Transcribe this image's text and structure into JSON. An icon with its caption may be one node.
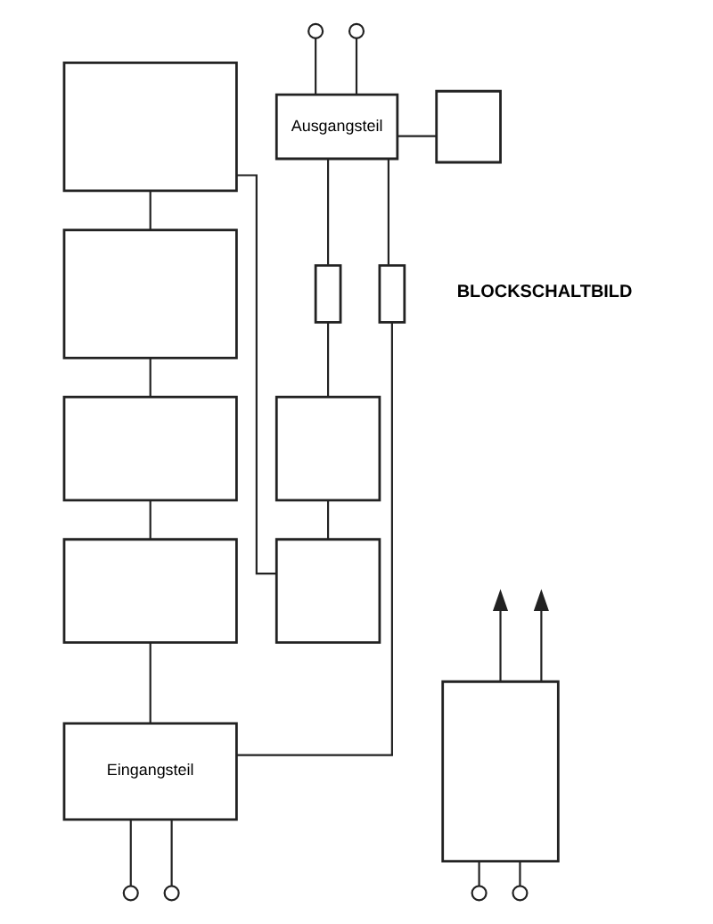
{
  "diagram": {
    "nodes": [
      {
        "text": [
          "Eingangsteil"
        ]
      },
      {
        "text": [],
        "shape": "box"
      },
      {
        "text": [],
        "shape": "box"
      },
      {
        "text": [],
        "shape": "box"
      },
      {
        "text": [],
        "shape": "box"
      },
      {
        "text": [],
        "shape": "box"
      },
      {
        "text": [],
        "shape": "box"
      },
      {
        "text": [],
        "shape": "box"
      },
      {
        "text": [],
        "shape": "box"
      },
      {
        "text": [
          "Ausgangsteil"
        ]
      },
      {
        "text": [],
        "shape": "box"
      },
      {
        "text": [],
        "shape": "box"
      }
    ],
    "edges": [
      {
        "from": null,
        "to": 0,
        "arrow": "other"
      },
      {
        "from": null,
        "to": 0,
        "arrow": "other"
      },
      {
        "from": 0,
        "to": 1,
        "arrow": "none"
      },
      {
        "from": 1,
        "to": 2,
        "arrow": "none"
      },
      {
        "from": 2,
        "to": 3,
        "arrow": "none"
      },
      {
        "from": 3,
        "to": 4,
        "arrow": "none"
      },
      {
        "from": 4,
        "to": 5,
        "arrow": "none"
      },
      {
        "from": 5,
        "to": 6,
        "arrow": "none"
      },
      {
        "from": 6,
        "to": 7,
        "arrow": "none"
      },
      {
        "from": 0,
        "to": 8,
        "arrow": "none"
      },
      {
        "from": 7,
        "to": 9,
        "arrow": "none"
      },
      {
        "from": 8,
        "to": 9,
        "arrow": "none"
      },
      {
        "from": 9,
        "to": 10,
        "arrow": "none"
      },
      {
        "from": 9,
        "to": null,
        "arrow": "other"
      },
      {
        "from": 9,
        "to": null,
        "arrow": "other"
      },
      {
        "from": 11,
        "to": null,
        "arrow": "to"
      },
      {
        "from": 11,
        "to": null,
        "arrow": "to"
      },
      {
        "from": null,
        "to": 11,
        "arrow": "other"
      },
      {
        "from": null,
        "to": 11,
        "arrow": "other"
      }
    ],
    "labels": [
      "BLOCKSCHALTBILD"
    ]
  }
}
